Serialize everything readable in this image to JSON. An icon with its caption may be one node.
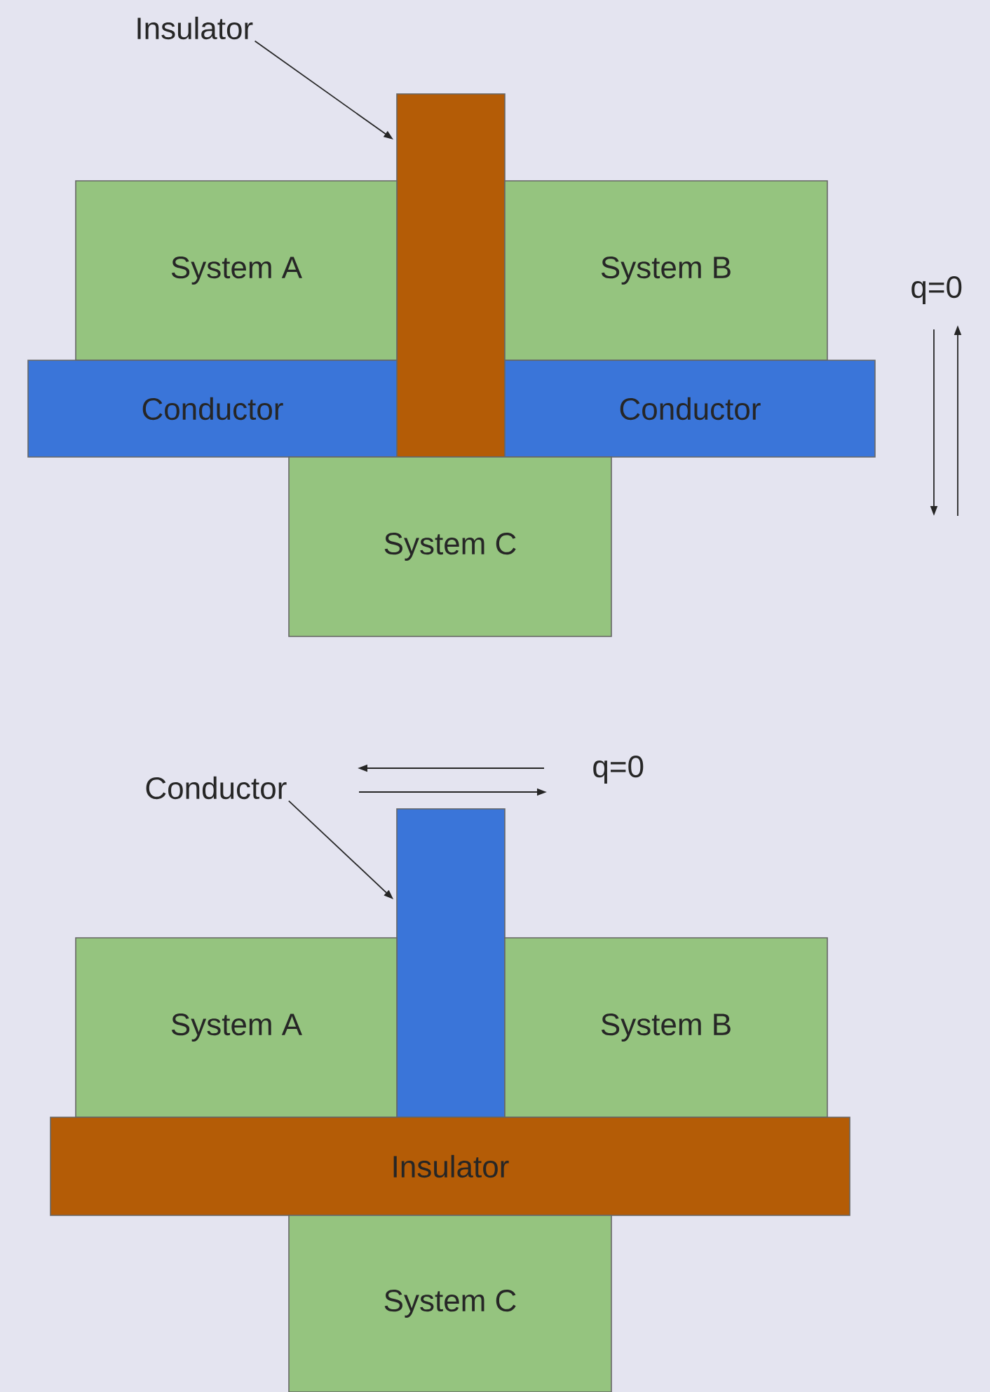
{
  "diagram": {
    "nodes": [
      {
        "text": [
          "Insulator"
        ]
      },
      {
        "text": [],
        "shape": "bar"
      },
      {
        "text": [
          "System A"
        ]
      },
      {
        "text": [
          "System B"
        ]
      },
      {
        "text": [
          "Conductor"
        ]
      },
      {
        "text": [
          "Conductor"
        ]
      },
      {
        "text": [
          "System C"
        ]
      },
      {
        "text": [
          "Conductor"
        ]
      },
      {
        "text": [],
        "shape": "bar"
      },
      {
        "text": [
          "System A"
        ]
      },
      {
        "text": [
          "System B"
        ]
      },
      {
        "text": [
          "Insulator"
        ]
      },
      {
        "text": [
          "System C"
        ]
      }
    ],
    "edges": [
      {
        "from": 0,
        "to": 1,
        "arrow": "to"
      },
      {
        "from": 7,
        "to": 8,
        "arrow": "to"
      }
    ],
    "labels": [
      "q=0",
      "q=0"
    ]
  }
}
